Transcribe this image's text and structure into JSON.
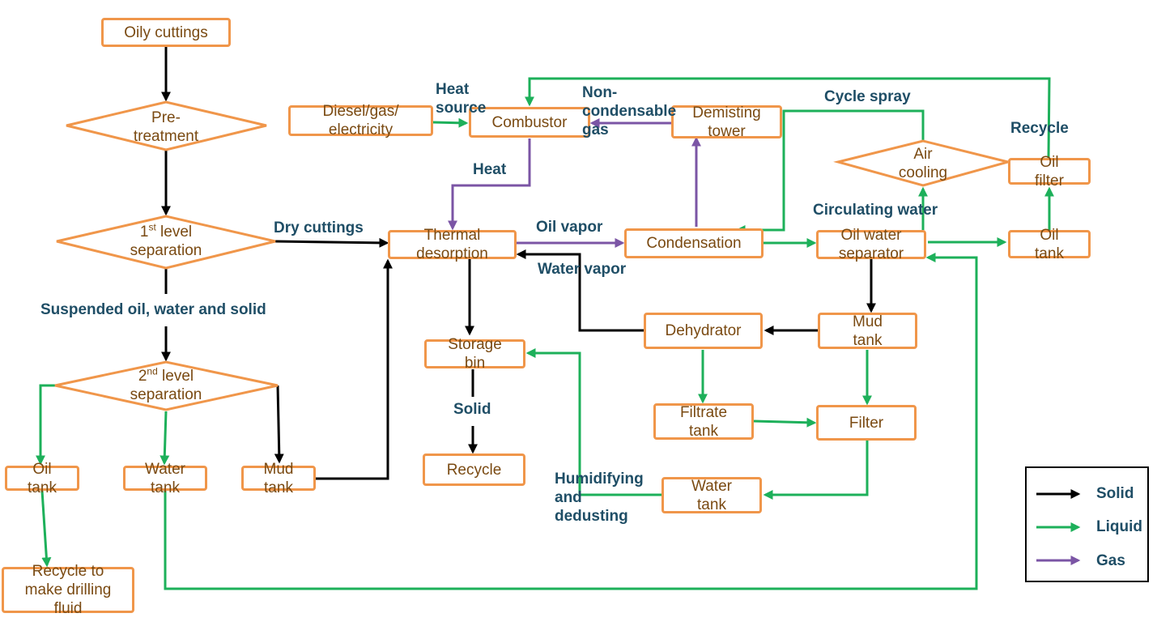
{
  "colors": {
    "solid": "#000000",
    "liquid": "#1DB05A",
    "gas": "#7B55A5",
    "box_border": "#F0964A",
    "box_text": "#7A4A12",
    "label_text": "#1F4E66"
  },
  "nodes": {
    "oily_cuttings": "Oily cuttings",
    "pretreatment": [
      "Pre-",
      "treatment"
    ],
    "first_sep": {
      "num": "1",
      "sup": "st",
      "rest": " level",
      "line2": "separation"
    },
    "second_sep": {
      "num": "2",
      "sup": "nd",
      "rest": " level",
      "line2": "separation"
    },
    "oil_tank_left": [
      "Oil",
      "tank"
    ],
    "water_tank_left": [
      "Water",
      "tank"
    ],
    "mud_tank_left": [
      "Mud",
      "tank"
    ],
    "recycle_drilling": [
      "Recycle to",
      "make drilling",
      "fluid"
    ],
    "diesel": [
      "Diesel/gas/",
      "electricity"
    ],
    "combustor": "Combustor",
    "demisting": [
      "Demisting",
      "tower"
    ],
    "thermal": [
      "Thermal",
      "desorption"
    ],
    "condensation": "Condensation",
    "storage": [
      "Storage",
      "bin"
    ],
    "recycle_solid": "Recycle",
    "dehydrator": "Dehydrator",
    "filtrate": [
      "Filtrate",
      "tank"
    ],
    "water_tank_right": [
      "Water",
      "tank"
    ],
    "air_cooling": [
      "Air",
      "cooling"
    ],
    "oil_filter": [
      "Oil",
      "filter"
    ],
    "oil_water_sep": [
      "Oil water",
      "separator"
    ],
    "oil_tank_right": [
      "Oil",
      "tank"
    ],
    "mud_tank_right": [
      "Mud",
      "tank"
    ],
    "filter": "Filter"
  },
  "labels": {
    "dry_cuttings": "Dry cuttings",
    "suspended": "Suspended oil, water and solid",
    "heat_source": [
      "Heat",
      "source"
    ],
    "non_condensable": [
      "Non-",
      "condensable",
      "gas"
    ],
    "heat": "Heat",
    "oil_vapor": "Oil vapor",
    "water_vapor": "Water vapor",
    "solid": "Solid",
    "cycle_spray": "Cycle spray",
    "recycle": "Recycle",
    "circulating_water": "Circulating water",
    "humidifying": [
      "Humidifying",
      "and",
      "dedusting"
    ]
  },
  "legend": {
    "solid": "Solid",
    "liquid": "Liquid",
    "gas": "Gas"
  }
}
